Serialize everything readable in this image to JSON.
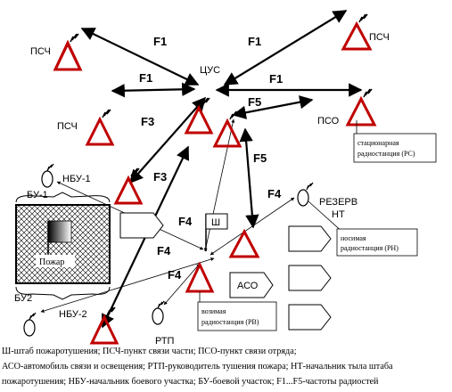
{
  "labels": {
    "psch_top_left": "ПСЧ",
    "psch_top_right": "ПСЧ",
    "psch_mid_left": "ПСЧ",
    "cus": "ЦУС",
    "pso": "ПСО",
    "nbu1": "НБУ-1",
    "nbu2": "НБУ-2",
    "bu1": "БУ-1",
    "bu2": "БУ2",
    "reserv": "РЕЗЕРВ",
    "nt": "НТ",
    "rtp": "РТП",
    "sh": "Ш",
    "aso": "АСО",
    "pozhar": "Пожар"
  },
  "freqs": {
    "f1_a": "F1",
    "f1_b": "F1",
    "f1_c": "F1",
    "f1_d": "F1",
    "f3_a": "F3",
    "f3_b": "F3",
    "f4_a": "F4",
    "f4_b": "F4",
    "f4_c": "F4",
    "f4_d": "F4",
    "f5_a": "F5",
    "f5_b": "F5"
  },
  "callouts": {
    "rs_line1": "стационарная",
    "rs_line2": "радиостанция (РС)",
    "rn_line1": "носимая",
    "rn_line2": "радиостанция (РН)",
    "rv_line1": "возимая",
    "rv_line2": "радиостанция (РВ)"
  },
  "legend": {
    "line1": "Ш-штаб пожаротушения; ПСЧ-пункт связи части; ПСО-пункт связи отряда;",
    "line2": "АСО-автомобиль связи и освещения; РТП-руководитель тушения пожара; НТ-начальник тыла штаба",
    "line3": "пожаротушения; НБУ-начальник боевого участка; БУ-боевой участок; F1...F5-частоты радиостей"
  },
  "colors": {
    "triangle": "#c00000",
    "line": "#000000"
  }
}
